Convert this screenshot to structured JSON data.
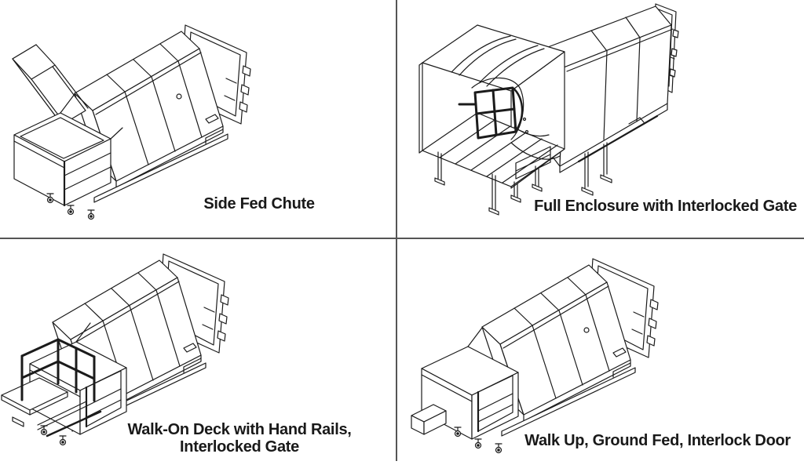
{
  "dividers": {
    "color": "#555555"
  },
  "line_color": "#1b1b1b",
  "panels": [
    {
      "id": "side-fed-chute",
      "caption_line1": "Side Fed Chute",
      "caption_line2": ""
    },
    {
      "id": "full-enclosure-with-interlocked-gate",
      "caption_line1": "Full Enclosure with Interlocked Gate",
      "caption_line2": ""
    },
    {
      "id": "walk-on-deck-with-hand-rails-interlocked-gate",
      "caption_line1": "Walk-On Deck with Hand Rails,",
      "caption_line2": "Interlocked Gate"
    },
    {
      "id": "walk-up-ground-fed-interlock-door",
      "caption_line1": "Walk Up, Ground Fed, Interlock Door",
      "caption_line2": ""
    }
  ]
}
